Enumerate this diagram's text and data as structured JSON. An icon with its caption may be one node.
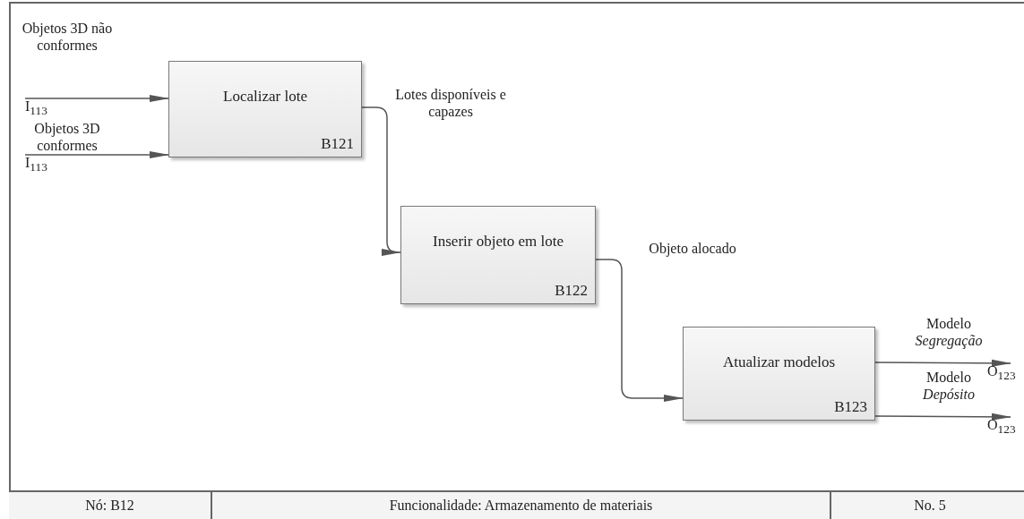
{
  "diagram": {
    "nodes": [
      {
        "text": [
          "Localizar lote",
          "B121"
        ]
      },
      {
        "text": [
          "Inserir objeto em lote",
          "B122"
        ]
      },
      {
        "text": [
          "Atualizar modelos",
          "B123"
        ]
      },
      {
        "text": [
          "I$_{113}$"
        ]
      },
      {
        "text": [
          "I$_{113}$"
        ]
      },
      {
        "text": [
          "O$_{123}$"
        ]
      },
      {
        "text": [
          "O$_{123}$"
        ]
      }
    ],
    "edges": [
      {
        "from": 3,
        "to": 0,
        "arrow": "to",
        "label": "Objetos 3D não conformes"
      },
      {
        "from": 4,
        "to": 0,
        "arrow": "to",
        "label": "Objetos 3D conformes"
      },
      {
        "from": 0,
        "to": 1,
        "arrow": "to",
        "label": "Lotes disponíveis e capazes"
      },
      {
        "from": 1,
        "to": 2,
        "arrow": "to",
        "label": "Objeto alocado"
      },
      {
        "from": 2,
        "to": 5,
        "arrow": "to",
        "label": "Modelo *Segregação*"
      },
      {
        "from": 2,
        "to": 6,
        "arrow": "to",
        "label": "Modelo *Depósito*"
      }
    ],
    "labels": [
      "Nó: B12",
      "Funcionalidade: Armazenamento de materiais",
      "No. 5"
    ]
  }
}
